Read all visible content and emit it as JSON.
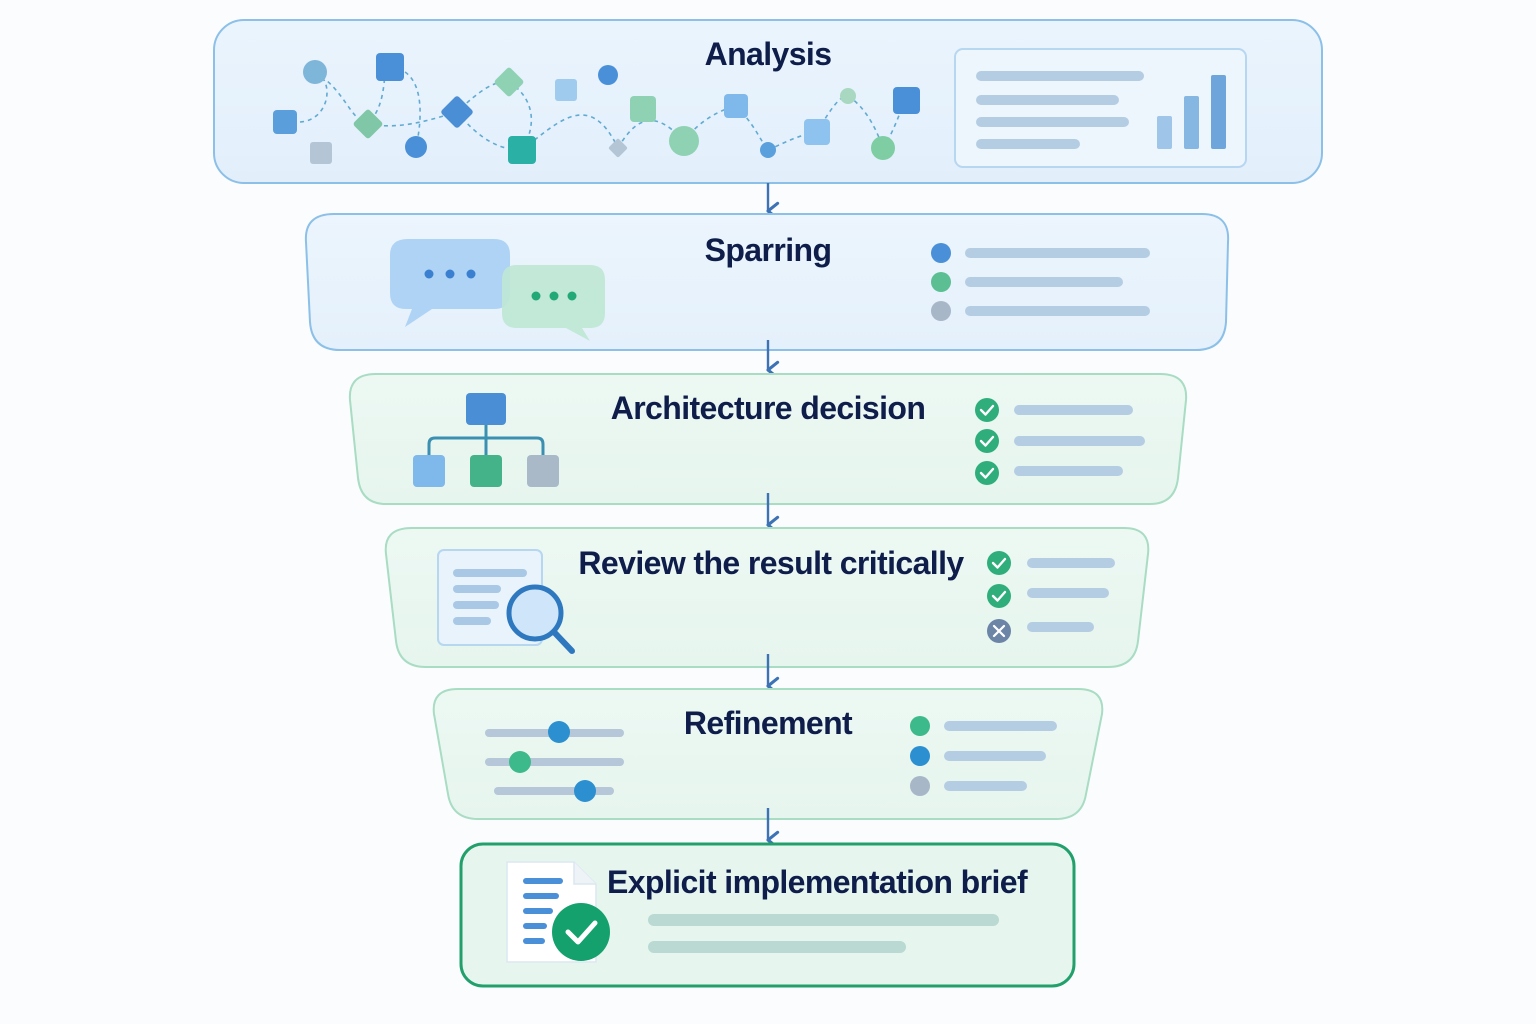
{
  "stages": [
    {
      "key": "analysis",
      "title": "Analysis"
    },
    {
      "key": "sparring",
      "title": "Sparring"
    },
    {
      "key": "architecture",
      "title": "Architecture decision"
    },
    {
      "key": "review",
      "title": "Review the result critically"
    },
    {
      "key": "refinement",
      "title": "Refinement"
    },
    {
      "key": "brief",
      "title": "Explicit implementation brief"
    }
  ],
  "review_checks": [
    "passed",
    "passed",
    "failed"
  ],
  "icons": {
    "analysis": [
      "scattered-nodes-graphic",
      "report-chart-icon"
    ],
    "sparring": [
      "chat-bubbles-icon",
      "dot-list-icon"
    ],
    "architecture": [
      "hierarchy-tree-icon",
      "checklist-icon"
    ],
    "review": [
      "document-magnifier-icon",
      "review-checklist-icon"
    ],
    "refinement": [
      "sliders-icon",
      "dot-list-icon"
    ],
    "brief": [
      "approved-document-icon"
    ]
  },
  "colors": {
    "blue": "#4a90d9",
    "green": "#3dba8b",
    "gray": "#a7b7c7",
    "border_blue": "#8cc0e8",
    "border_green": "#a8dcc3",
    "final_border": "#22a06b",
    "title": "#0f1d4a",
    "arrow": "#3d72b4"
  }
}
